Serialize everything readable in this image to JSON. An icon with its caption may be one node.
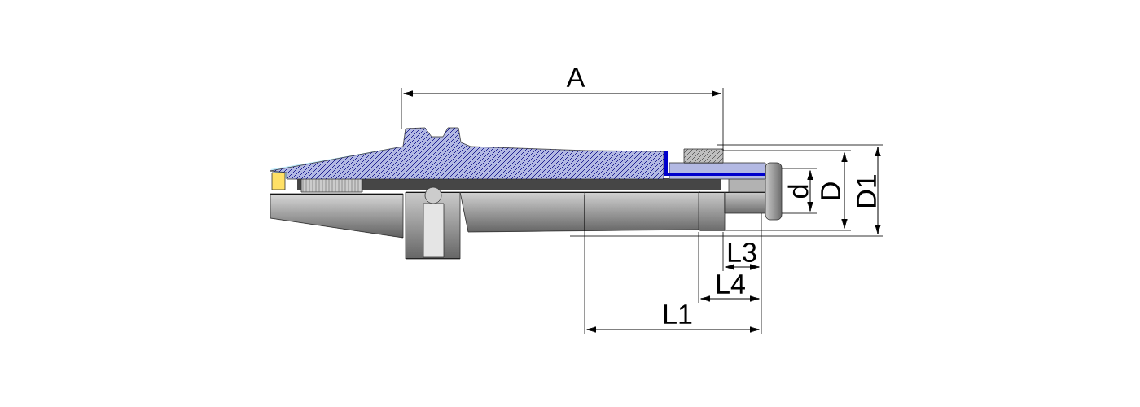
{
  "diagram": {
    "labels": [
      "A",
      "d",
      "D",
      "D1",
      "L3",
      "L4",
      "L1"
    ]
  }
}
